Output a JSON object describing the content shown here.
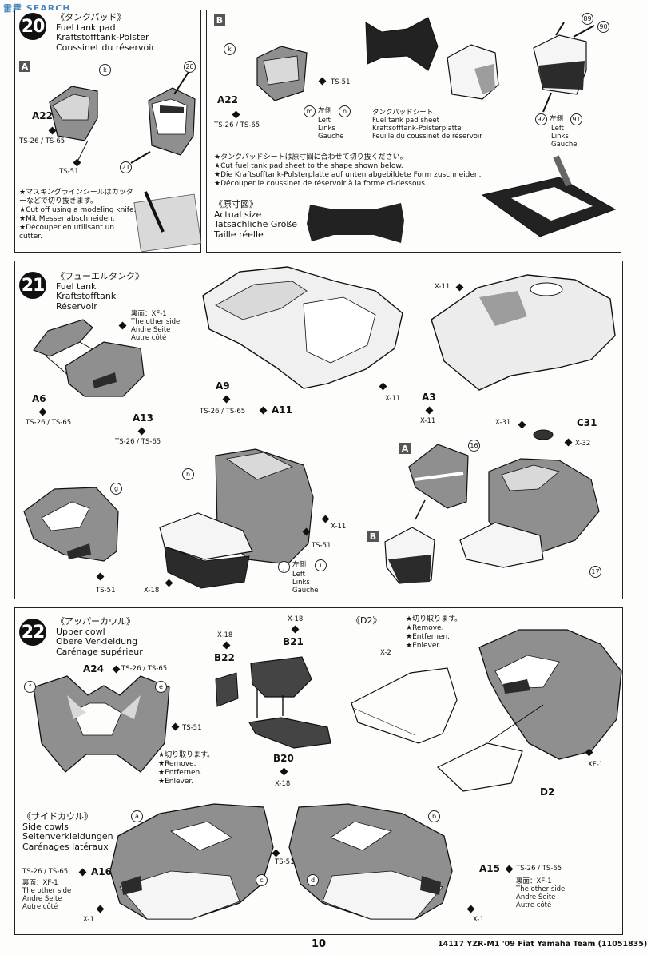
{
  "watermark": "雷霆 SEARCH",
  "step20": {
    "num": "20",
    "jp": "《タンクパッド》",
    "en": "Fuel tank pad",
    "de": "Kraftstofftank-Polster",
    "fr": "Coussinet du réservoir",
    "sectionA": "A",
    "sectionB": "B",
    "a_part": "A22",
    "a_paint": "TS-26 / TS-65",
    "a_ts51": "TS-51",
    "a_k": "k",
    "a_20": "20",
    "a_21": "21",
    "note_jp": "★マスキングラインシールはカッターなどで切り抜きます。",
    "note_en": "★Cut off using a modeling knife.",
    "note_de": "★Mit Messer abschneiden.",
    "note_fr": "★Découper en utilisant un cutter.",
    "b_k": "k",
    "b_ts51": "TS-51",
    "b_part": "A22",
    "b_paint": "TS-26 / TS-65",
    "b_m": "m",
    "b_n": "n",
    "b_left_jp": "左側",
    "b_left_en": "Left",
    "b_left_de": "Links",
    "b_left_fr": "Gauche",
    "sheet_jp": "タンクパッドシート",
    "sheet_en": "Fuel tank pad sheet",
    "sheet_de": "Kraftsofftank-Polsterplatte",
    "sheet_fr": "Feuille du coussinet de réservoir",
    "b_89": "89",
    "b_90": "90",
    "b_92": "92",
    "b_91": "91",
    "b2_left_jp": "左側",
    "b2_left_en": "Left",
    "b2_left_de": "Links",
    "b2_left_fr": "Gauche",
    "cut_jp": "★タンクパッドシートは原寸図に合わせて切り抜ください。",
    "cut_en": "★Cut fuel tank pad sheet to the shape shown below.",
    "cut_de": "★Die Kraftsofftank-Polsterplatte auf unten abgebildete Form zuschneiden.",
    "cut_fr": "★Découper le coussinet de réservoir à la forme ci-dessous.",
    "actual_jp": "《原寸図》",
    "actual_en": "Actual size",
    "actual_de": "Tatsächliche Größe",
    "actual_fr": "Taille réelle"
  },
  "step21": {
    "num": "21",
    "jp": "《フューエルタンク》",
    "en": "Fuel tank",
    "de": "Kraftstofftank",
    "fr": "Réservoir",
    "other_jp": "裏面：XF-1",
    "other_en": "The other side",
    "other_de": "Andre Seite",
    "other_fr": "Autre côté",
    "a6": "A6",
    "a6_paint": "TS-26 / TS-65",
    "a13": "A13",
    "a13_paint": "TS-26 / TS-65",
    "a9": "A9",
    "a11_paint": "TS-26 / TS-65",
    "a11": "A11",
    "x11_a": "X-11",
    "x11_b": "X-11",
    "a3": "A3",
    "x11_c": "X-11",
    "g": "g",
    "ts51_g": "TS-51",
    "h": "h",
    "x11_d": "X-11",
    "ts51_h": "TS-51",
    "j": "j",
    "i": "i",
    "left_jp": "左側",
    "left_en": "Left",
    "left_de": "Links",
    "left_fr": "Gauche",
    "x18": "X-18",
    "secA": "A",
    "secB": "B",
    "x31": "X-31",
    "c31": "C31",
    "x32": "X-32",
    "n16": "16",
    "n17": "17"
  },
  "step22": {
    "num": "22",
    "jp": "《アッパーカウル》",
    "en": "Upper cowl",
    "de": "Obere Verkleidung",
    "fr": "Carénage supérieur",
    "a24": "A24",
    "a24_paint": "TS-26 / TS-65",
    "f": "f",
    "e": "e",
    "ts51": "TS-51",
    "remove_jp": "★切り取ります。",
    "remove_en": "★Remove.",
    "remove_de": "★Entfernen.",
    "remove_fr": "★Enlever.",
    "x18_a": "X-18",
    "b22": "B22",
    "x18_b": "X-18",
    "b21": "B21",
    "b20": "B20",
    "x18_c": "X-18",
    "d2_title": "《D2》",
    "d2_remove_jp": "★切り取ります。",
    "d2_remove_en": "★Remove.",
    "d2_remove_de": "★Entfernen.",
    "d2_remove_fr": "★Enlever.",
    "x2": "X-2",
    "xf1": "XF-1",
    "d2": "D2",
    "side_jp": "《サイドカウル》",
    "side_en": "Side cowls",
    "side_de": "Seitenverkleidungen",
    "side_fr": "Carénages latéraux",
    "a": "a",
    "b": "b",
    "c": "c",
    "d": "d",
    "ts51_side": "TS-51",
    "a16_paint": "TS-26 / TS-65",
    "a16": "A16",
    "a16_other_jp": "裏面：XF-1",
    "a16_other_en": "The other side",
    "a16_other_de": "Andre Seite",
    "a16_other_fr": "Autre côté",
    "x1_a": "X-1",
    "a15": "A15",
    "a15_paint": "TS-26 / TS-65",
    "a15_other_jp": "裏面：XF-1",
    "a15_other_en": "The other side",
    "a15_other_de": "Andre Seite",
    "a15_other_fr": "Autre côté",
    "x1_b": "X-1"
  },
  "footer": {
    "page": "10",
    "code": "14117  YZR-M1 '09 Fiat Yamaha Team (11051835)"
  },
  "colors": {
    "gray_part": "#8f8f8f",
    "dark_part": "#2b2b2b",
    "light_part": "#d9d9d9"
  }
}
